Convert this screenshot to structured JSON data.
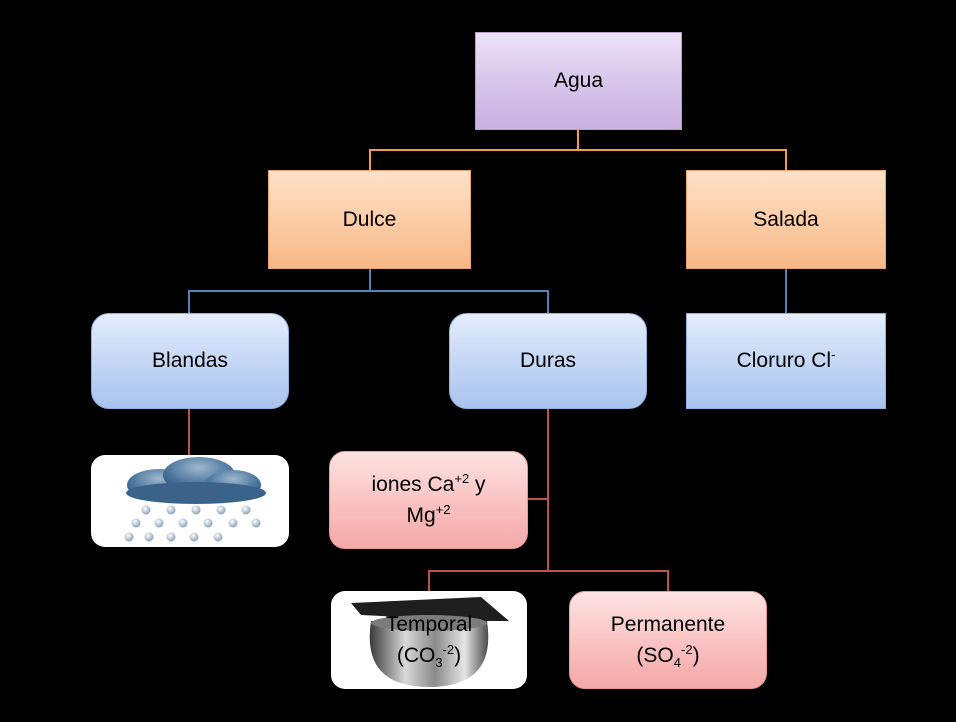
{
  "root": {
    "label": "Agua"
  },
  "level1": {
    "dulce": "Dulce",
    "salada": "Salada"
  },
  "level2": {
    "blandas": "Blandas",
    "duras": "Duras",
    "cloruro": {
      "text": "Cloruro Cl",
      "sup": "-"
    }
  },
  "iones": {
    "line1": "iones Ca",
    "sup1": "+2",
    "mid": " y",
    "line2": "Mg",
    "sup2": "+2"
  },
  "temporal": {
    "label": "Temporal",
    "open": "(CO",
    "sub": "3",
    "sup": "-2",
    "close": ")"
  },
  "permanente": {
    "label": "Permanente",
    "open": "(SO",
    "sub": "4",
    "sup": "-2",
    "close": ")"
  },
  "icons": {
    "rain": "rain-cloud-icon",
    "kettle": "kettle-icon"
  },
  "colors": {
    "background": "#000000",
    "orange_line": "#f29a4a",
    "blue_line": "#4f81bd",
    "red_line": "#c0504d"
  }
}
